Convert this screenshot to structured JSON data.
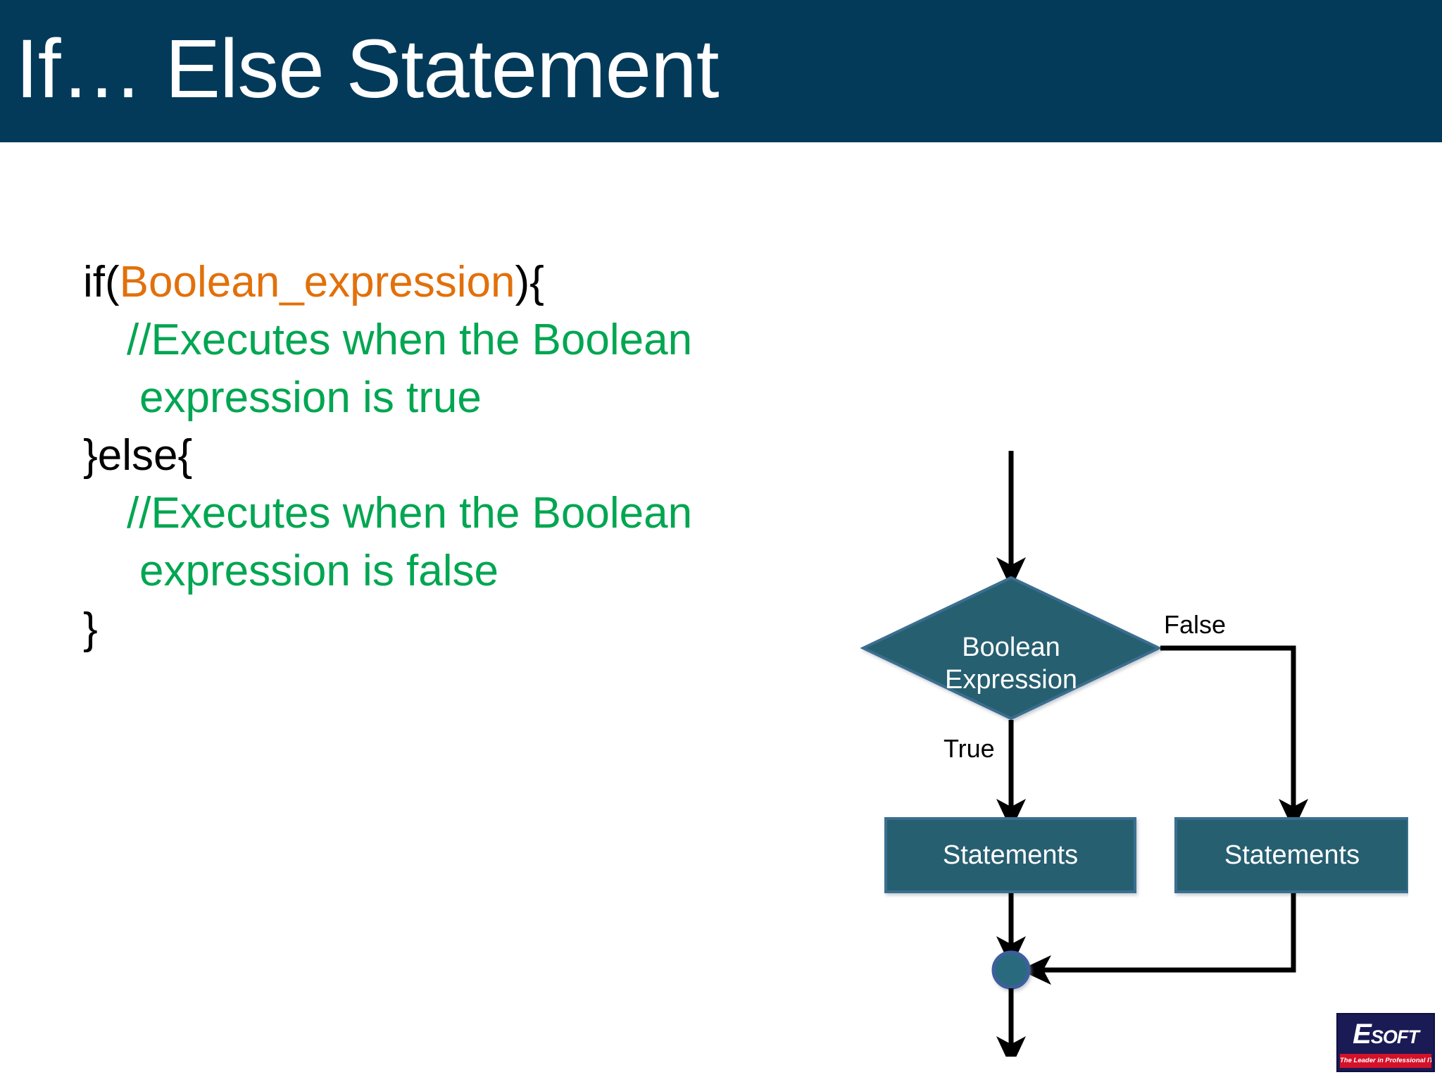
{
  "slide": {
    "title": "If… Else Statement",
    "header_color": "#033A5A",
    "background_color": "#FFFFFF"
  },
  "code": {
    "line1_keyword": "if(",
    "line1_identifier": "Boolean_expression",
    "line1_close": "){",
    "line2_comment": "//Executes when the Boolean",
    "line3_comment": "expression is true",
    "line4_keyword": "}else{",
    "line5_comment": "//Executes when the Boolean",
    "line6_comment": "expression is false",
    "line7_keyword": "}",
    "colors": {
      "plain": "#000000",
      "identifier": "#E2700A",
      "comment": "#00A651"
    }
  },
  "flowchart": {
    "decision_label_line1": "Boolean",
    "decision_label_line2": "Expression",
    "branch_true_label": "True",
    "branch_false_label": "False",
    "true_box_label": "Statements",
    "false_box_label": "Statements",
    "shape_fill": "#255F70",
    "shape_border": "#3A6E8F",
    "connector_color": "#000000",
    "merge_node": "merge-circle"
  },
  "logo": {
    "wordmark_primary": "E",
    "wordmark_secondary": "SOFT",
    "tagline": "The Leader in Professional IT Education",
    "band_color": "#D3122A",
    "block_color": "#1A1A55"
  }
}
